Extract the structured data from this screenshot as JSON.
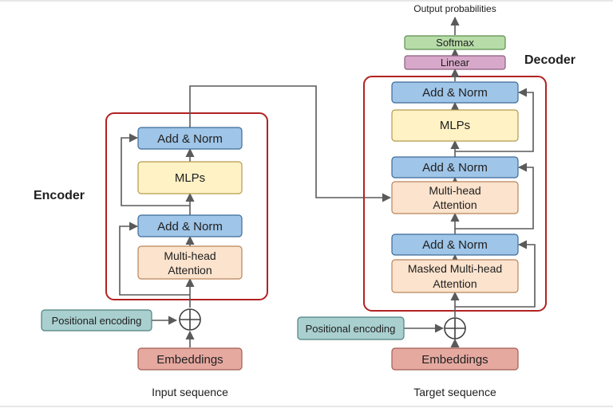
{
  "colors": {
    "frame": "#b22222",
    "norm_fill": "#9fc5e8",
    "norm_stroke": "#3d6b96",
    "mlp_fill": "#fff2c5",
    "mlp_stroke": "#b49b4d",
    "attn_fill": "#fbe3cd",
    "attn_stroke": "#b98459",
    "emb_fill": "#e6a9a0",
    "emb_stroke": "#a25d51",
    "pos_fill": "#a9cfcf",
    "pos_stroke": "#4f8181",
    "softmax_fill": "#b7dca8",
    "softmax_stroke": "#5c8e4d",
    "linear_fill": "#d7a8c9",
    "linear_stroke": "#8b5f80",
    "arrow": "#5a5a5a"
  },
  "encoder": {
    "title": "Encoder",
    "add_norm_top": "Add & Norm",
    "mlps": "MLPs",
    "add_norm_bottom": "Add & Norm",
    "attention_line1": "Multi-head",
    "attention_line2": "Attention",
    "positional_encoding": "Positional encoding",
    "embeddings": "Embeddings",
    "input_label": "Input sequence"
  },
  "decoder": {
    "title": "Decoder",
    "output_label": "Output probabilities",
    "softmax": "Softmax",
    "linear": "Linear",
    "add_norm_top": "Add & Norm",
    "mlps": "MLPs",
    "add_norm_middle": "Add & Norm",
    "cross_attention_line1": "Multi-head",
    "cross_attention_line2": "Attention",
    "add_norm_bottom": "Add & Norm",
    "masked_attention_line1": "Masked Multi-head",
    "masked_attention_line2": "Attention",
    "positional_encoding": "Positional encoding",
    "embeddings": "Embeddings",
    "target_label": "Target sequence"
  }
}
